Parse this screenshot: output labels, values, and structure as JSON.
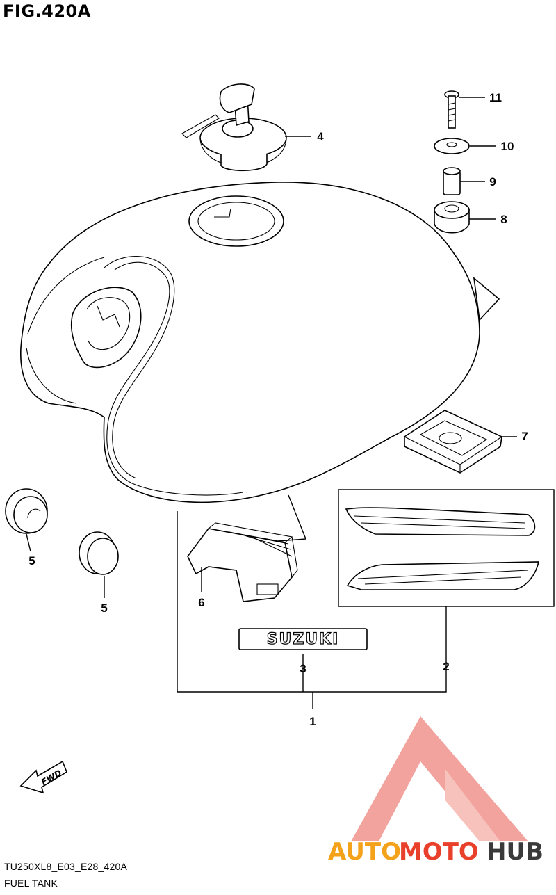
{
  "figure": {
    "title": "FIG.420A",
    "model_code": "TU250XL8_E03_E28_420A",
    "section_name": "FUEL TANK"
  },
  "callouts": [
    "1",
    "2",
    "3",
    "4",
    "5",
    "5",
    "6",
    "7",
    "8",
    "9",
    "10",
    "11"
  ],
  "emblem_text": "SUZUKI",
  "fwd_label": "FWD",
  "watermark": {
    "text_part1": "AUTO",
    "text_part2": "MOTO",
    "text_part3": "HUB",
    "colors": [
      "#f5a21b",
      "#e8402a",
      "#3a3a3a"
    ],
    "mark_color": "#f0938c"
  }
}
